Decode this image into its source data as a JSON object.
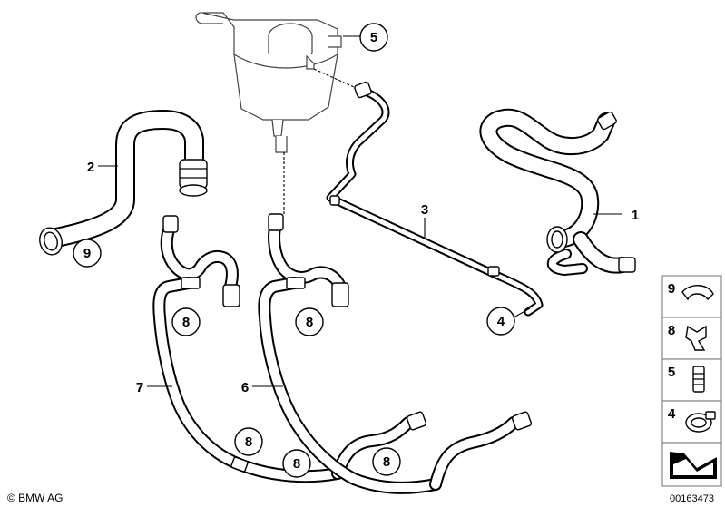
{
  "callouts": {
    "c1": "1",
    "c2": "2",
    "c3": "3",
    "c4": "4",
    "c5": "5",
    "c6": "6",
    "c7": "7",
    "c8a": "8",
    "c8b": "8",
    "c8c": "8",
    "c8d": "8",
    "c8e": "8",
    "c9": "9"
  },
  "legend": {
    "items": [
      "9",
      "8",
      "5",
      "4"
    ]
  },
  "footer": {
    "copyright": "© BMW AG",
    "diagram_number": "00163473"
  }
}
